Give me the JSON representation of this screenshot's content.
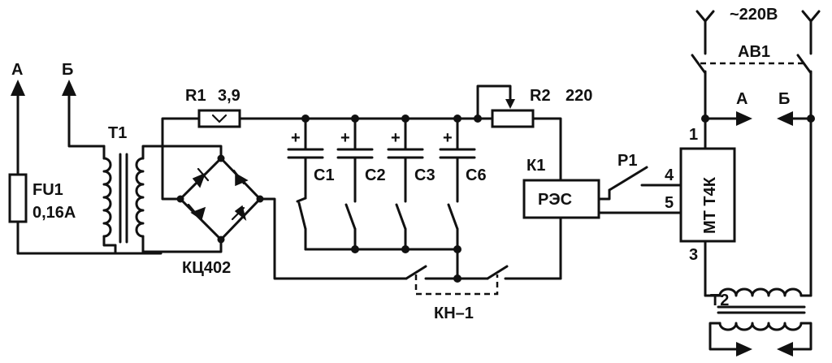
{
  "labels": {
    "out_a_left": "А",
    "out_b_left": "Б",
    "t1": "Т1",
    "fu1": "FU1",
    "fu1_rating": "0,16А",
    "r1": "R1",
    "r1_value": "3,9",
    "r2": "R2",
    "r2_value": "220",
    "bridge": "КЦ402",
    "c1": "С1",
    "c2": "С2",
    "c3": "С3",
    "c6": "С6",
    "k1": "К1",
    "relay": "РЭС",
    "p1": "Р1",
    "kn1": "КН–1",
    "mains": "~220В",
    "av1": "АВ1",
    "out_a_right": "А",
    "out_b_right": "Б",
    "timer": "МТ Т4К",
    "pin1": "1",
    "pin3": "3",
    "pin4": "4",
    "pin5": "5",
    "t2": "Т2",
    "plus": "+"
  }
}
